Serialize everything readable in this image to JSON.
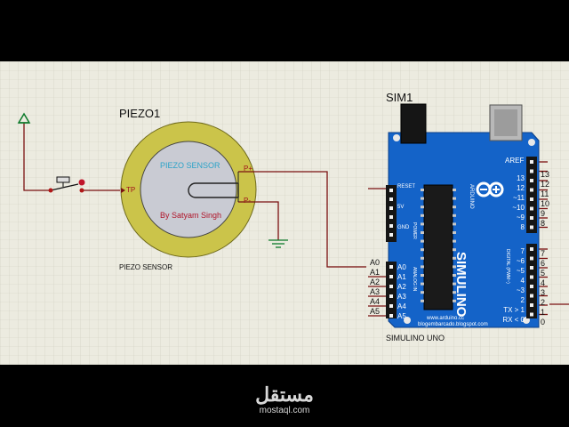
{
  "colors": {
    "grid_bg": "#ecebe0",
    "grid_line": "#cfcdbf",
    "wire": "#7a1010",
    "piezo_ring": "#cbc44a",
    "piezo_core": "#c9cbd3",
    "board_blue": "#1463c8",
    "pin_text": "#ffffff",
    "sensor_text": "#2aa3c8"
  },
  "piezo": {
    "ref": "PIEZO1",
    "type": "PIEZO SENSOR",
    "inner_title": "PIEZO SENSOR",
    "author": "By Satyam Singh",
    "pins": {
      "tp": "TP",
      "p_plus": "P+",
      "p_minus": "P-"
    }
  },
  "arduino": {
    "ref": "SIM1",
    "type": "SIMULINO UNO",
    "brand": "SIMULINO",
    "sub_brand": "ARDUINO",
    "url1": "www.arduino.cc",
    "url2": "blogembarcado.blogspot.com",
    "power_pins": [
      "RESET",
      "5V",
      "GND"
    ],
    "power_label": "POWER",
    "analog_label": "ANALOG IN",
    "analog_pins": [
      "A0",
      "A1",
      "A2",
      "A3",
      "A4",
      "A5"
    ],
    "aref": "AREF",
    "digital_high": [
      "13",
      "12",
      "~11",
      "~10",
      "~9",
      "8"
    ],
    "digital_low": [
      "7",
      "~6",
      "~5",
      "4",
      "~3",
      "2",
      "TX > 1",
      "RX < 0"
    ],
    "digital_label": "DIGITAL (PWM~)",
    "ext_digital_high": [
      "13",
      "12",
      "11",
      "10",
      "9",
      "8"
    ],
    "ext_digital_low": [
      "7",
      "6",
      "5",
      "4",
      "3",
      "2",
      "1",
      "0"
    ]
  },
  "watermark": {
    "arabic": "مستقل",
    "latin": "mostaql.com"
  }
}
